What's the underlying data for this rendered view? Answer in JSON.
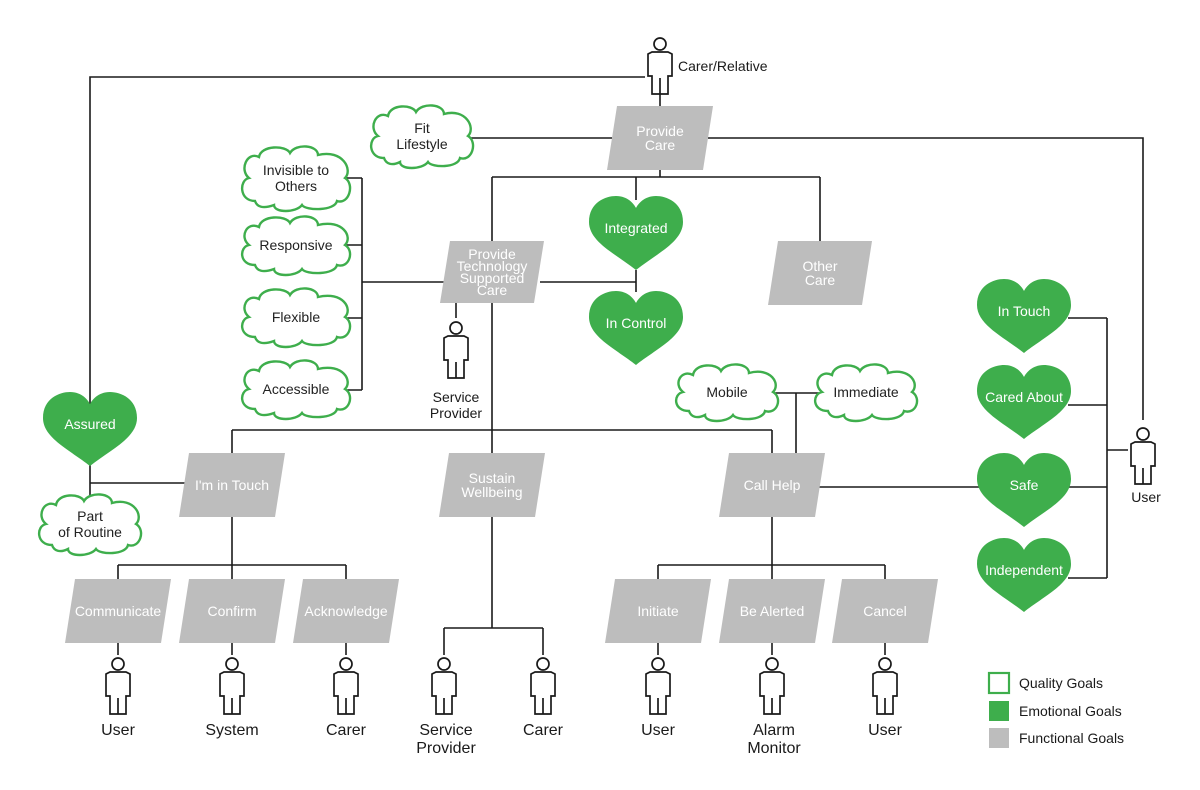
{
  "functional_goals": {
    "provide_care": [
      "Provide",
      "Care"
    ],
    "provide_tech": [
      "Provide",
      "Technology",
      "Supported",
      "Care"
    ],
    "other_care": [
      "Other",
      "Care"
    ],
    "im_in_touch": [
      "I'm in Touch"
    ],
    "sustain_wellbeing": [
      "Sustain",
      "Wellbeing"
    ],
    "call_help": [
      "Call Help"
    ],
    "communicate": [
      "Communicate"
    ],
    "confirm": [
      "Confirm"
    ],
    "acknowledge": [
      "Acknowledge"
    ],
    "initiate": [
      "Initiate"
    ],
    "be_alerted": [
      "Be Alerted"
    ],
    "cancel": [
      "Cancel"
    ]
  },
  "emotional_goals": {
    "integrated": [
      "Integrated"
    ],
    "in_control": [
      "In Control"
    ],
    "assured": [
      "Assured"
    ],
    "in_touch": [
      "In Touch"
    ],
    "cared_about": [
      "Cared About"
    ],
    "safe": [
      "Safe"
    ],
    "independent": [
      "Independent"
    ]
  },
  "quality_goals": {
    "fit_lifestyle": [
      "Fit",
      "Lifestyle"
    ],
    "invisible": [
      "Invisible to",
      "Others"
    ],
    "responsive": [
      "Responsive"
    ],
    "flexible": [
      "Flexible"
    ],
    "accessible": [
      "Accessible"
    ],
    "mobile": [
      "Mobile"
    ],
    "immediate": [
      "Immediate"
    ],
    "part_of_routine": [
      "Part",
      "of Routine"
    ]
  },
  "actors": {
    "carer_relative": [
      "Carer/Relative"
    ],
    "service_provider_top": [
      "Service",
      "Provider"
    ],
    "user_right": [
      "User"
    ],
    "user_communicate": [
      "User"
    ],
    "system_confirm": [
      "System"
    ],
    "carer_acknowledge": [
      "Carer"
    ],
    "service_provider_bottom": [
      "Service",
      "Provider"
    ],
    "carer_sustain": [
      "Carer"
    ],
    "user_initiate": [
      "User"
    ],
    "alarm_monitor": [
      "Alarm",
      "Monitor"
    ],
    "user_cancel": [
      "User"
    ]
  },
  "legend": {
    "quality": "Quality Goals",
    "emotional": "Emotional Goals",
    "functional": "Functional Goals"
  },
  "colors": {
    "emotional": "#3eae4c",
    "quality_outline": "#3eae4c",
    "functional": "#bdbdbd",
    "connector": "#1a1a1a"
  }
}
